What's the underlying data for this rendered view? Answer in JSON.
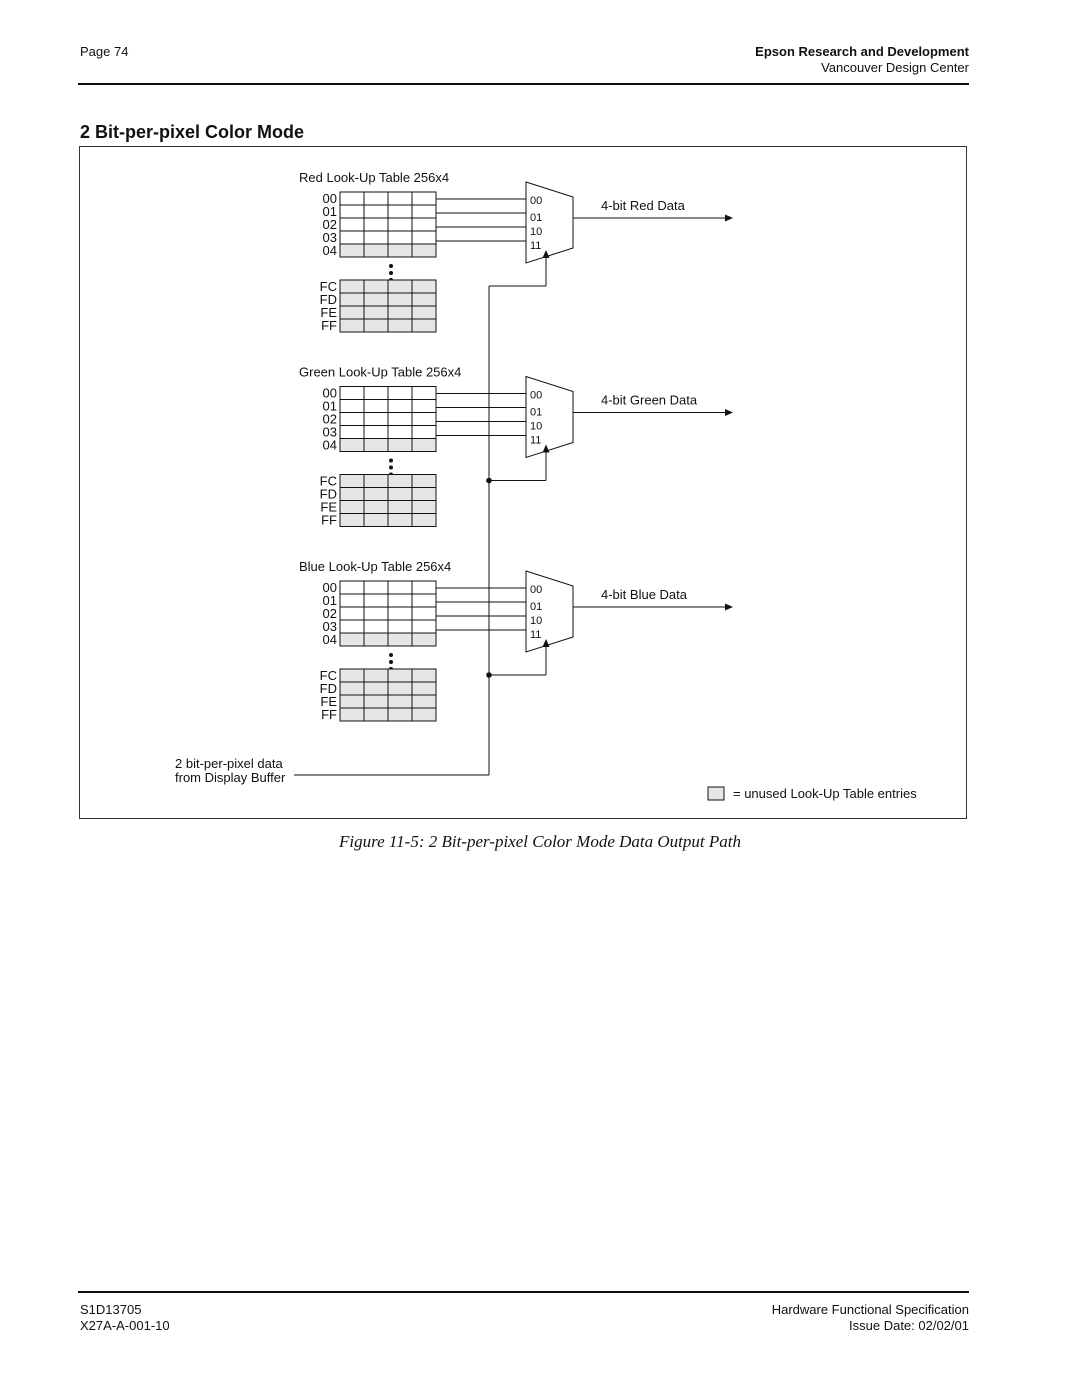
{
  "header": {
    "page_label": "Page 74",
    "company": "Epson Research and Development",
    "department": "Vancouver Design Center"
  },
  "section": {
    "title": "2 Bit-per-pixel Color Mode"
  },
  "diagram": {
    "luts": [
      {
        "id": "red",
        "title": "Red Look-Up Table 256x4",
        "output_label": "4-bit Red Data",
        "top_rows": [
          "00",
          "01",
          "02",
          "03",
          "04"
        ],
        "bottom_rows": [
          "FC",
          "FD",
          "FE",
          "FF"
        ]
      },
      {
        "id": "green",
        "title": "Green Look-Up Table 256x4",
        "output_label": "4-bit Green Data",
        "top_rows": [
          "00",
          "01",
          "02",
          "03",
          "04"
        ],
        "bottom_rows": [
          "FC",
          "FD",
          "FE",
          "FF"
        ]
      },
      {
        "id": "blue",
        "title": "Blue Look-Up Table 256x4",
        "output_label": "4-bit Blue Data",
        "top_rows": [
          "00",
          "01",
          "02",
          "03",
          "04"
        ],
        "bottom_rows": [
          "FC",
          "FD",
          "FE",
          "FF"
        ]
      }
    ],
    "mux_inputs": [
      "00",
      "01",
      "10",
      "11"
    ],
    "input_label_line1": "2 bit-per-pixel data",
    "input_label_line2": "from Display Buffer",
    "legend_text": "= unused Look-Up Table entries",
    "colors": {
      "line": "#111111",
      "unused_fill": "#e6e6e6"
    }
  },
  "figure": {
    "caption": "Figure 11-5: 2 Bit-per-pixel Color Mode Data Output Path"
  },
  "footer": {
    "doc_number": "S1D13705",
    "doc_code": "X27A-A-001-10",
    "doc_title": "Hardware Functional Specification",
    "issue_date": "Issue Date: 02/02/01"
  }
}
